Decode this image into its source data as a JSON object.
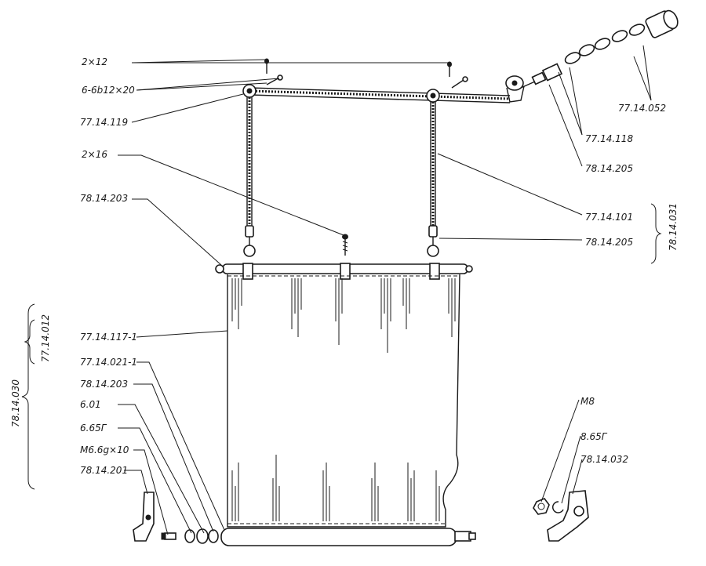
{
  "diagram": {
    "labels": {
      "l_2x12": "2×12",
      "l_66b12x20": "6-6b12×20",
      "l_77_14_119": "77.14.119",
      "l_2x16": "2×16",
      "l_78_14_203_top": "78.14.203",
      "l_77_14_052": "77.14.052",
      "l_77_14_118": "77.14.118",
      "l_78_14_205_a": "78.14.205",
      "l_77_14_101": "77.14.101",
      "l_78_14_205_b": "78.14.205",
      "l_78_14_031": "78.14.031",
      "l_77_14_117_1": "77.14.117-1",
      "l_77_14_012": "77.14.012",
      "l_77_14_021_1": "77.14.021-1",
      "l_78_14_203_bottom": "78.14.203",
      "l_6_01": "6.01",
      "l_6_65g": "6.65Г",
      "l_m6_6g_x10": "M6.6g×10",
      "l_78_14_201": "78.14.201",
      "l_78_14_030": "78.14.030",
      "l_m8": "M8",
      "l_8_65g": "8.65Г",
      "l_78_14_032": "78.14.032"
    }
  }
}
